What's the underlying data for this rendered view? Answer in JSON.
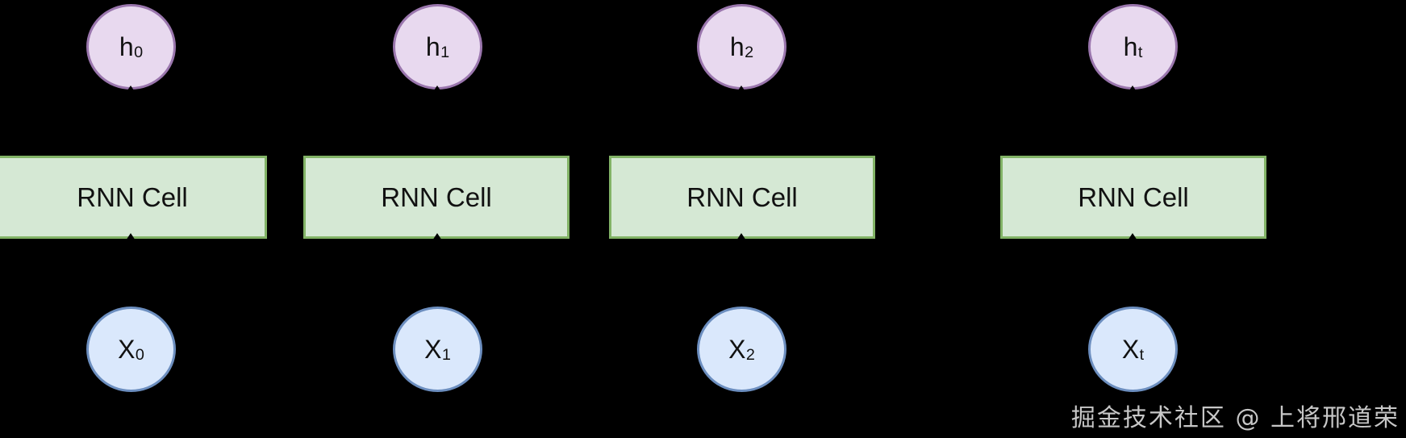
{
  "diagram": {
    "type": "rnn-unrolled",
    "background_color": "#000000",
    "timesteps": [
      {
        "hidden": {
          "base": "h",
          "sub": "0",
          "text": "h0"
        },
        "cell": {
          "label": "RNN Cell"
        },
        "input": {
          "base": "X",
          "sub": "0",
          "text": "X0"
        }
      },
      {
        "hidden": {
          "base": "h",
          "sub": "1",
          "text": "h1"
        },
        "cell": {
          "label": "RNN Cell"
        },
        "input": {
          "base": "X",
          "sub": "1",
          "text": "X1"
        }
      },
      {
        "hidden": {
          "base": "h",
          "sub": "2",
          "text": "h2"
        },
        "cell": {
          "label": "RNN Cell"
        },
        "input": {
          "base": "X",
          "sub": "2",
          "text": "X2"
        }
      },
      {
        "hidden": {
          "base": "h",
          "sub": "t",
          "text": "ht"
        },
        "cell": {
          "label": "RNN Cell"
        },
        "input": {
          "base": "X",
          "sub": "t",
          "text": "Xt"
        }
      }
    ],
    "colors": {
      "hidden_fill": "#e8d9ef",
      "hidden_stroke": "#9a76ad",
      "cell_fill": "#d5e8d4",
      "cell_stroke": "#82b366",
      "input_fill": "#dae8fc",
      "input_stroke": "#6c8ebf",
      "connector": "#000000",
      "watermark": "#d8d8d8"
    }
  },
  "watermark": {
    "text": "掘金技术社区 @ 上将邢道荣"
  }
}
